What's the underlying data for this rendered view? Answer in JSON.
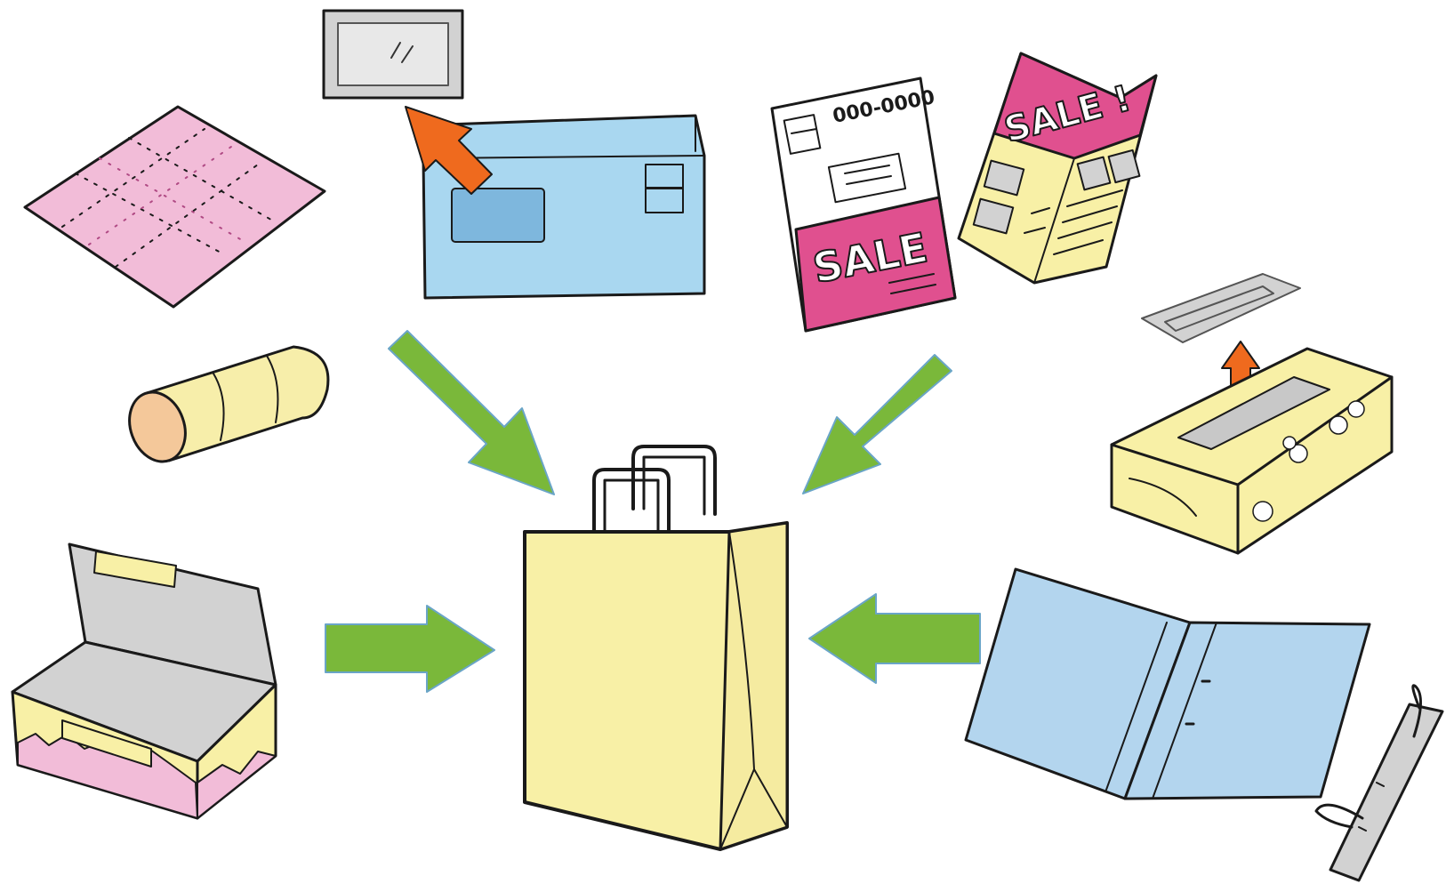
{
  "colors": {
    "outline": "#1a1a1a",
    "arrow_green": "#7ab83a",
    "arrow_orange": "#ef6a1e",
    "bag_yellow": "#f8f0a6",
    "envelope_blue": "#a9d7f0",
    "window_blue": "#7eb7dd",
    "file_blue": "#b3d5ee",
    "flyer_pink": "#e0508f",
    "wrap_pink": "#f2bcd8",
    "roll_yellow": "#f7eeaa",
    "gray": "#d2d2d2"
  },
  "items": {
    "wrapping_paper": "wrapping-paper",
    "paper_roll_core": "paper-roll-core",
    "envelope": "window-envelope",
    "envelope_film": "envelope-window-film",
    "flyer": "sale-flyer",
    "newspaper_ad": "sale-newspaper-insert",
    "tissue_box": "tissue-box",
    "tissue_film": "tissue-box-plastic-opening",
    "snack_box": "snack-box",
    "file_folder": "paper-file-folder",
    "metal_clip": "metal-file-fastener",
    "paper_bag": "paper-bag"
  },
  "texts": {
    "flyer_phone": "000-0000",
    "flyer_sale": "SALE",
    "newspaper_sale": "SALE !"
  }
}
